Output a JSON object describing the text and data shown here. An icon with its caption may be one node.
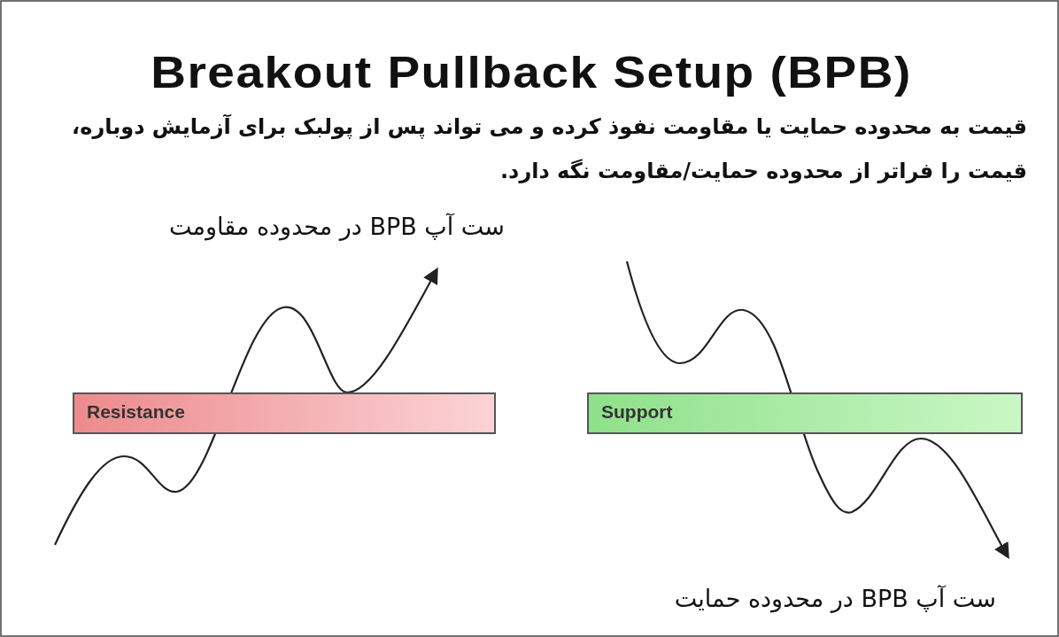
{
  "diagram": {
    "title": "Breakout Pullback Setup (BPB)",
    "nodes": [
      {
        "text": [
          "Resistance"
        ]
      },
      {
        "text": [
          "Support"
        ]
      }
    ],
    "labels": [
      "قیمت به محدوده حمایت یا مقاومت نفوذ کرده و می تواند پس از پولبک برای آزمایش دوباره، قیمت را فراتر از محدوده حمایت/مقاومت نگه دارد.",
      "ست آپ BPB در محدوده مقاومت",
      "ست آپ BPB در محدوده حمایت"
    ]
  }
}
